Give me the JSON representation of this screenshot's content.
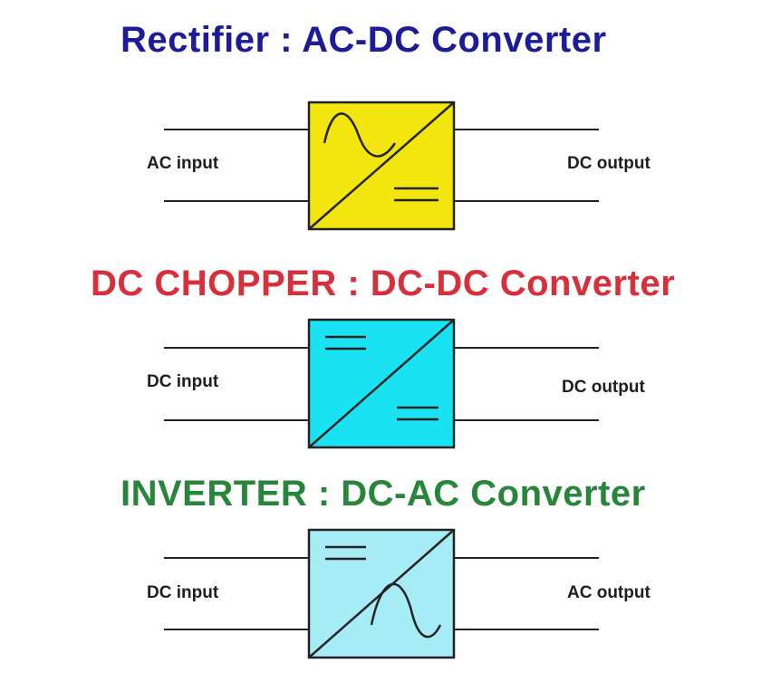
{
  "sections": [
    {
      "title": "Rectifier : AC-DC Converter",
      "input_label": "AC input",
      "output_label": "DC output",
      "block_color": "#f3e60e",
      "title_color": "#1c1c9a",
      "top_symbol": "ac-sine",
      "bottom_symbol": "dc-equals"
    },
    {
      "title": "DC CHOPPER : DC-DC Converter",
      "input_label": "DC input",
      "output_label": "DC output",
      "block_color": "#19e3f2",
      "title_color": "#d8303a",
      "top_symbol": "dc-equals",
      "bottom_symbol": "dc-equals"
    },
    {
      "title": "INVERTER : DC-AC Converter",
      "input_label": "DC input",
      "output_label": "AC output",
      "block_color": "#a6ecf6",
      "title_color": "#27863a",
      "top_symbol": "dc-equals",
      "bottom_symbol": "ac-sine"
    }
  ]
}
